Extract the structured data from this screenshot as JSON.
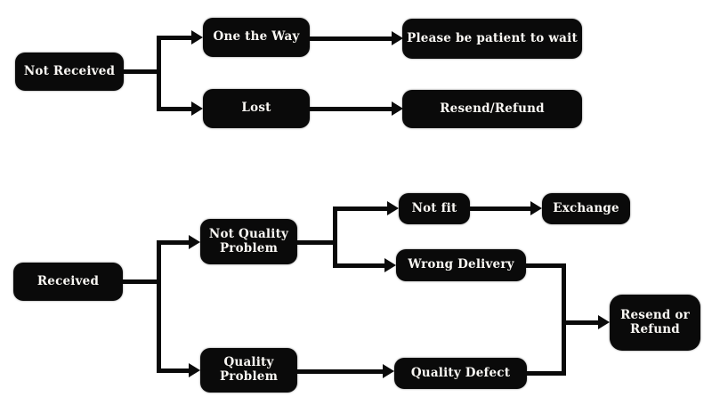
{
  "diagram": {
    "type": "flowchart",
    "colors": {
      "node_fill": "#0a0a0a",
      "node_text": "#faf8f4",
      "connector": "#0a0a0a",
      "background": "#ffffff"
    },
    "nodes": {
      "not_received": {
        "label": "Not Received"
      },
      "one_the_way": {
        "label": "One the Way"
      },
      "please_wait": {
        "label": "Please be patient to wait"
      },
      "lost": {
        "label": "Lost"
      },
      "resend_refund": {
        "label": "Resend/Refund"
      },
      "received": {
        "label": "Received"
      },
      "not_quality_problem": {
        "label": "Not Quality Problem"
      },
      "quality_problem": {
        "label": "Quality Problem"
      },
      "not_fit": {
        "label": "Not fit"
      },
      "exchange": {
        "label": "Exchange"
      },
      "wrong_delivery": {
        "label": "Wrong Delivery"
      },
      "quality_defect": {
        "label": "Quality Defect"
      },
      "resend_or_refund": {
        "label": "Resend or Refund"
      }
    },
    "edges": [
      {
        "from": "not_received",
        "to": "one_the_way"
      },
      {
        "from": "not_received",
        "to": "lost"
      },
      {
        "from": "one_the_way",
        "to": "please_wait"
      },
      {
        "from": "lost",
        "to": "resend_refund"
      },
      {
        "from": "received",
        "to": "not_quality_problem"
      },
      {
        "from": "received",
        "to": "quality_problem"
      },
      {
        "from": "not_quality_problem",
        "to": "not_fit"
      },
      {
        "from": "not_quality_problem",
        "to": "wrong_delivery"
      },
      {
        "from": "not_fit",
        "to": "exchange"
      },
      {
        "from": "wrong_delivery",
        "to": "resend_or_refund"
      },
      {
        "from": "quality_problem",
        "to": "quality_defect"
      },
      {
        "from": "quality_defect",
        "to": "resend_or_refund"
      }
    ]
  }
}
